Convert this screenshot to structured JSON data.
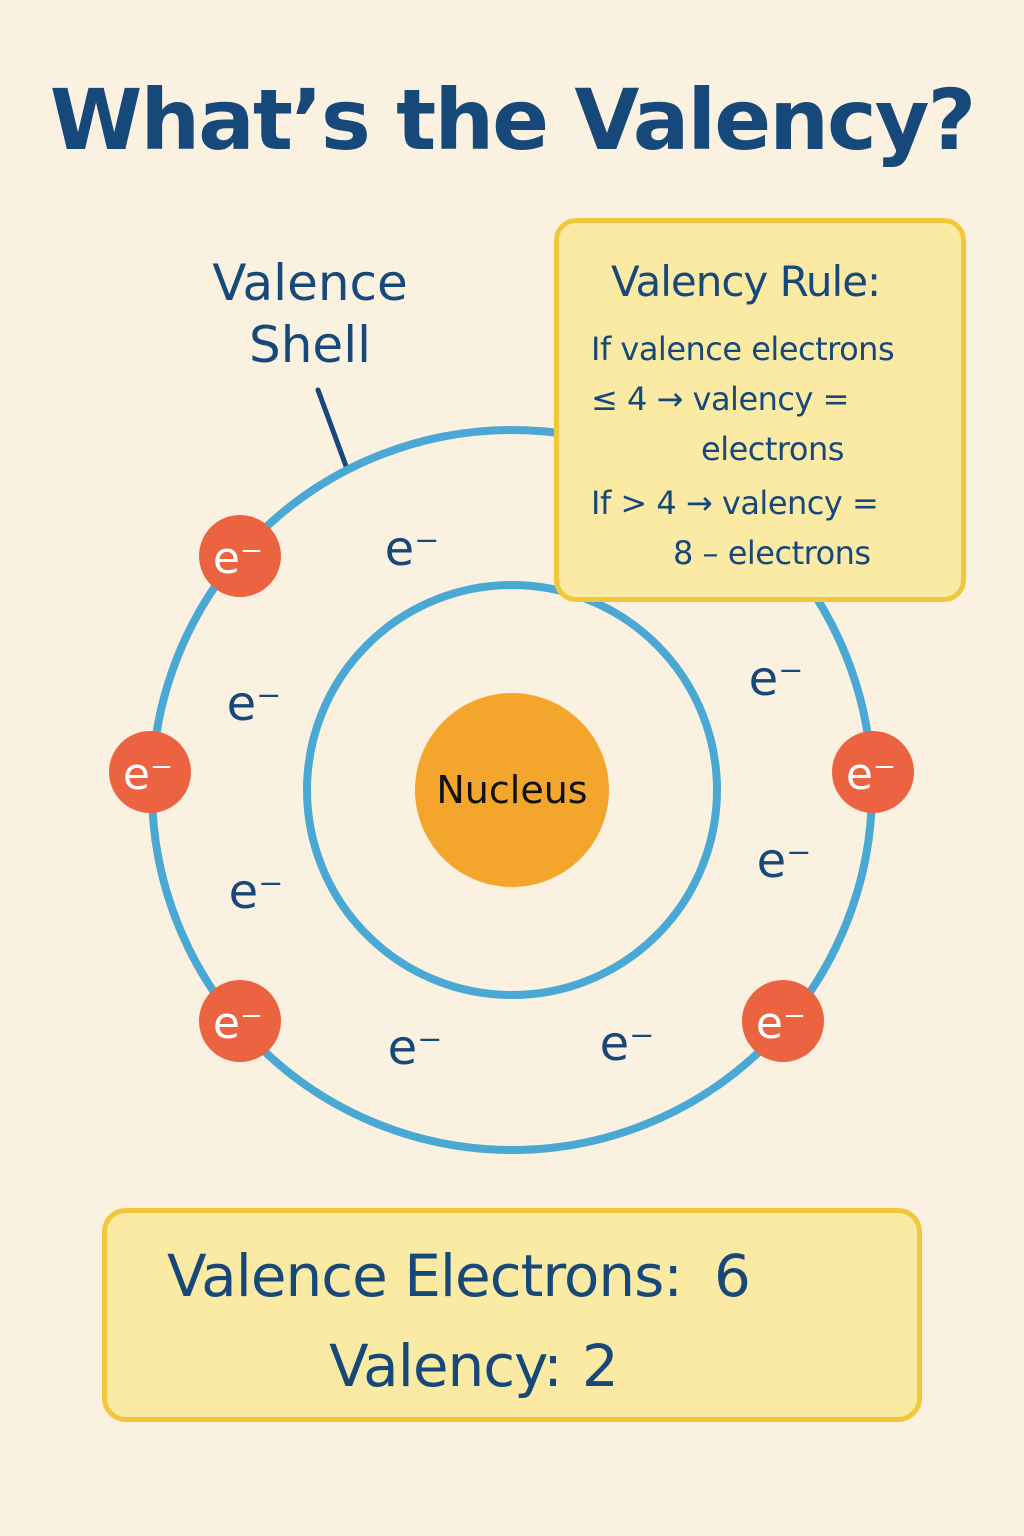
{
  "title": "What’s the Valency?",
  "labels": {
    "valence_shell_line1": "Valence",
    "valence_shell_line2": "Shell",
    "nucleus": "Nucleus",
    "electron": "e⁻"
  },
  "rule_box": {
    "title": "Valency Rule:",
    "line1": "If valence electrons",
    "line2": "≤ 4 → valency =",
    "line3": "electrons",
    "line4": "If > 4 → valency =",
    "line5": "8 – electrons"
  },
  "summary": {
    "valence_electrons_label": "Valence Electrons:",
    "valence_electrons_value": "6",
    "valency_label": "Valency:",
    "valency_value": "2"
  },
  "colors": {
    "background": "#fbf1e1",
    "text": "#17487a",
    "shell": "#4aa8d4",
    "nucleus": "#f4a62c",
    "valence_electron": "#ec6341",
    "box_fill": "#fbeaa4",
    "box_border": "#f2c73b"
  }
}
